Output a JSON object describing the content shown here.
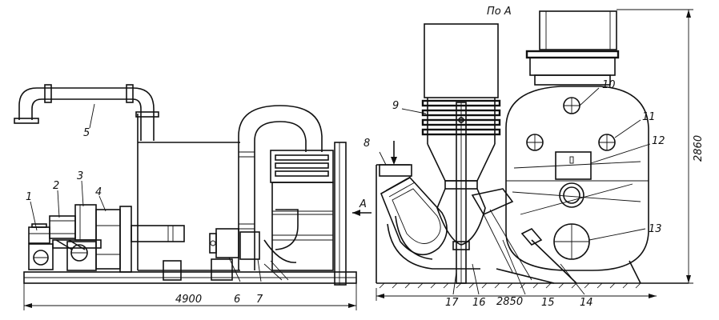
{
  "view_label": "По А",
  "arrow_label": "A",
  "callouts": {
    "c1": "1",
    "c2": "2",
    "c3": "3",
    "c4": "4",
    "c5": "5",
    "c6": "6",
    "c7": "7",
    "c8": "8",
    "c9": "9",
    "c10": "10",
    "c11": "11",
    "c12": "12",
    "c13": "13",
    "c14": "14",
    "c15": "15",
    "c16": "16",
    "c17": "17"
  },
  "dimensions": {
    "length_side": "4900",
    "length_front": "2850",
    "height": "2860"
  }
}
